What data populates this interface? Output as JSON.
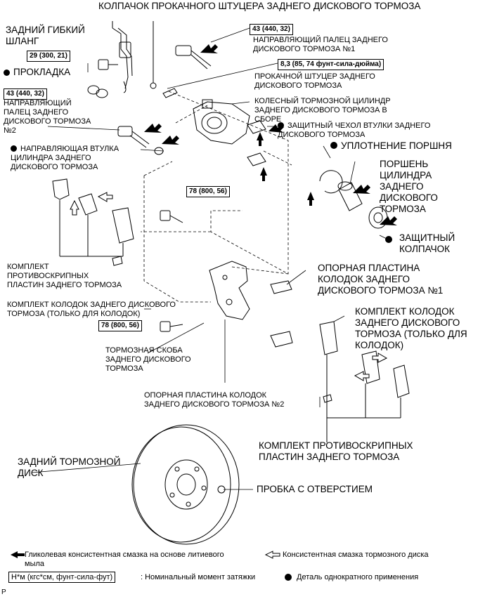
{
  "labels": {
    "top_title": "КОЛПАЧОК ПРОКАЧНОГО ШТУЦЕРА ЗАДНЕГО ДИСКОВОГО ТОРМОЗА",
    "rear_hose": "ЗАДНИЙ ГИБКИЙ ШЛАНГ",
    "gasket": "ПРОКЛАДКА",
    "slide_pin_2": "НАПРАВЛЯЮЩИЙ ПАЛЕЦ ЗАДНЕГО ДИСКОВОГО ТОРМОЗА №2",
    "guide_bushing": "НАПРАВЛЯЮЩАЯ ВТУЛКА ЦИЛИНДРА ЗАДНЕГО ДИСКОВОГО ТОРМОЗА",
    "slide_pin_1": "НАПРАВЛЯЮЩИЙ ПАЛЕЦ ЗАДНЕГО ДИСКОВОГО ТОРМОЗА №1",
    "bleeder_plug": "ПРОКАЧНОЙ ШТУЦЕР ЗАДНЕГО ДИСКОВОГО ТОРМОЗА",
    "wheel_cylinder": "КОЛЕСНЫЙ ТОРМОЗНОЙ ЦИЛИНДР ЗАДНЕГО ДИСКОВОГО ТОРМОЗА В СБОРЕ",
    "bushing_boot": "ЗАЩИТНЫЙ ЧЕХОЛ ВТУЛКИ ЗАДНЕГО ДИСКОВОГО ТОРМОЗА",
    "piston_seal": "УПЛОТНЕНИЕ ПОРШНЯ",
    "piston": "ПОРШЕНЬ ЦИЛИНДРА ЗАДНЕГО ДИСКОВОГО ТОРМОЗА",
    "cylinder_boot": "ЗАЩИТНЫЙ КОЛПАЧОК",
    "anti_squeal_kit_1": "КОМПЛЕКТ ПРОТИВОСКРИПНЫХ ПЛАСТИН ЗАДНЕГО ТОРМОЗА",
    "pad_kit_1": "КОМПЛЕКТ КОЛОДОК ЗАДНЕГО ДИСКОВОГО ТОРМОЗА (ТОЛЬКО ДЛЯ КОЛОДОК)",
    "support_plate_1": "ОПОРНАЯ ПЛАСТИНА КОЛОДОК ЗАДНЕГО ДИСКОВОГО ТОРМОЗА №1",
    "pad_kit_2": "КОМПЛЕКТ КОЛОДОК ЗАДНЕГО ДИСКОВОГО ТОРМОЗА (ТОЛЬКО ДЛЯ КОЛОДОК)",
    "mounting": "ТОРМОЗНАЯ СКОБА ЗАДНЕГО ДИСКОВОГО ТОРМОЗА",
    "support_plate_2": "ОПОРНАЯ ПЛАСТИНА КОЛОДОК ЗАДНЕГО ДИСКОВОГО ТОРМОЗА №2",
    "anti_squeal_kit_2": "КОМПЛЕКТ ПРОТИВОСКРИПНЫХ ПЛАСТИН ЗАДНЕГО ТОРМОЗА",
    "rear_disc": "ЗАДНИЙ ТОРМОЗНОЙ ДИСК",
    "hole_plug": "ПРОБКА С ОТВЕРСТИЕМ"
  },
  "torques": {
    "hose": "29 (300, 21)",
    "pin2": "43 (440, 32)",
    "pin1": "43 (440, 32)",
    "bleeder": "8,3 (85, 74 фунт-сила-дюйма)",
    "mount_upper": "78 (800, 56)",
    "mount_lower": "78 (800, 56)"
  },
  "legend": {
    "lithium_grease": "Гликолевая консистентная смазка на основе литиевого мыла",
    "disc_grease": "Консистентная смазка тормозного диска",
    "torque_unit": "Н*м (кгс*см, фунт-сила-фут)",
    "torque_desc": ": Номинальный момент затяжки",
    "non_reusable": "Деталь однократного применения",
    "corner": "P"
  }
}
